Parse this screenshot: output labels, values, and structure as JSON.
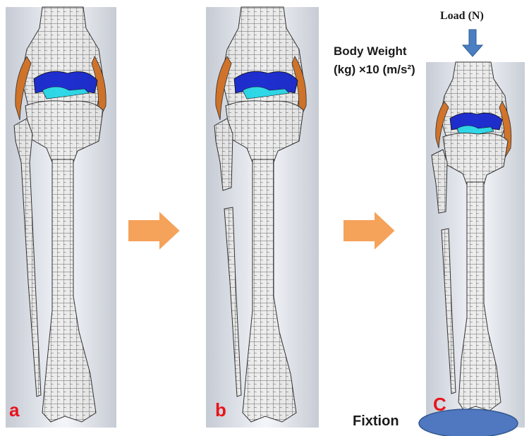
{
  "panels": [
    {
      "label": "a"
    },
    {
      "label": "b"
    },
    {
      "label": "C"
    }
  ],
  "annotations": {
    "load": "Load (N)",
    "body_weight_line1": "Body Weight",
    "body_weight_line2": "(kg) ×10 (m/s²)",
    "fixation": "Fixtion"
  },
  "colors": {
    "bone": "#ececec",
    "mesh": "#3a3a3a",
    "meniscus_blue": "#1f2fd0",
    "cartilage_cyan": "#2fd8e8",
    "ligament_orange": "#d9782c",
    "flow_arrow": "#f5a25a",
    "load_arrow": "#4a7fc1",
    "fixation_plate": "#4f78c0",
    "letter_red": "#e8141c"
  },
  "icons": {
    "flow_arrow": "arrow-right-icon",
    "load_arrow": "arrow-down-icon"
  }
}
